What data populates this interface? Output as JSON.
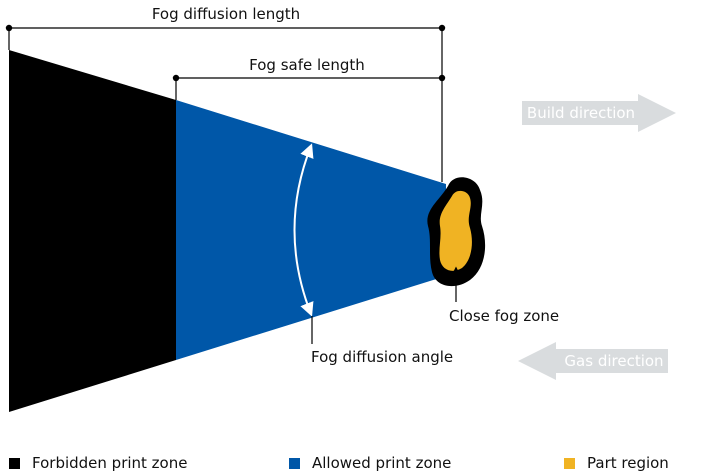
{
  "labels": {
    "fog_diffusion_length": "Fog diffusion length",
    "fog_safe_length": "Fog safe length",
    "fog_diffusion_angle": "Fog diffusion angle",
    "close_fog_zone": "Close fog zone"
  },
  "arrows": {
    "build_direction": "Build direction",
    "gas_direction": "Gas direction"
  },
  "legend": [
    {
      "label": "Forbidden print zone",
      "color": "#000000"
    },
    {
      "label": "Allowed print zone",
      "color": "#0057a8"
    },
    {
      "label": "Part region",
      "color": "#f0b323"
    }
  ],
  "colors": {
    "forbidden": "#000000",
    "allowed": "#0057a8",
    "part": "#f0b323",
    "direction_arrow": "#d9dcde"
  }
}
